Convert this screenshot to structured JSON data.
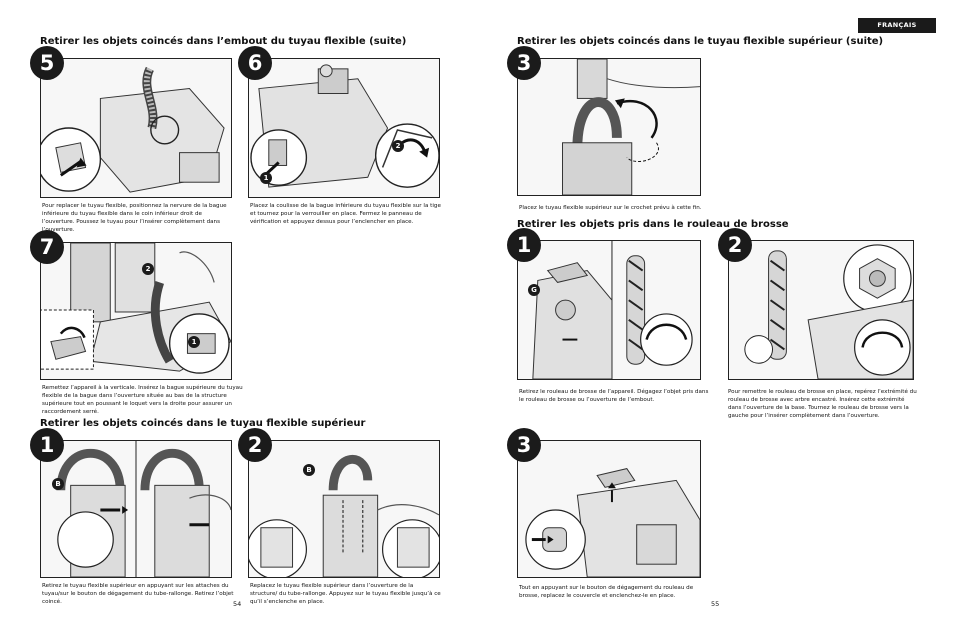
{
  "language_tab": "FRANÇAIS",
  "left": {
    "section1": {
      "heading": "Retirer les objets coincés dans l’embout du tuyau flexible (suite)",
      "step5": {
        "number": "5",
        "caption": "Pour replacer le tuyau flexible, positionnez la nervure de la bague inférieure du tuyau flexible dans le coin inférieur droit de l’ouverture. Poussez le tuyau pour l’insérer complètement dans l’ouverture."
      },
      "step6": {
        "number": "6",
        "caption": "Placez la coulisse de la bague inférieure du tuyau flexible sur la tige et tournez pour la verrouiller en place. Fermez le panneau de vérification et appuyez dessus pour l’enclencher en place.",
        "callout": "1",
        "callout2": "2"
      },
      "step7": {
        "number": "7",
        "caption": "Remettez l’appareil à la verticale. Insérez la bague supérieure du tuyau flexible de la bague dans l’ouverture située au bas de la structure supérieure tout en poussant le loquet vers la droite pour assurer un raccordement serré.",
        "callout": "1",
        "callout2": "2"
      }
    },
    "section2": {
      "heading": "Retirer les objets coincés dans le tuyau flexible supérieur",
      "step1": {
        "number": "1",
        "caption": "Retirez le tuyau flexible supérieur en appuyant sur les attaches du tuyau/sur le bouton de dégagement du tube-rallonge. Retirez l’objet coincé.",
        "label": "B"
      },
      "step2": {
        "number": "2",
        "caption": "Replacez le tuyau flexible supérieur dans l’ouverture de la structure/ du tube-rallonge. Appuyez sur le tuyau flexible jusqu’à ce qu’il s’enclenche en place.",
        "label": "B"
      }
    },
    "page_number": "54"
  },
  "right": {
    "section1": {
      "heading": "Retirer les objets coincés dans le tuyau flexible supérieur (suite)",
      "step3": {
        "number": "3",
        "caption": "Placez le tuyau flexible supérieur sur le crochet prévu à cette fin."
      }
    },
    "section2": {
      "heading": "Retirer les objets pris dans le rouleau de brosse",
      "step1": {
        "number": "1",
        "caption": "Retirez le rouleau de brosse de l’appareil. Dégagez l’objet pris dans le rouleau de brosse ou l’ouverture de l’embout.",
        "label": "G"
      },
      "step2": {
        "number": "2",
        "caption": "Pour remettre le rouleau de brosse en place, repérez l’extrémité du rouleau de brosse avec arbre encastré. Insérez cette extrémité dans l’ouverture de la base. Tournez le rouleau de brosse vers la gauche pour l’insérer complètement dans l’ouverture."
      },
      "step3": {
        "number": "3",
        "caption": "Tout en appuyant sur le bouton de dégagement du rouleau de brosse, replacez le couvercle et enclenchez-le en place."
      }
    },
    "page_number": "55"
  }
}
